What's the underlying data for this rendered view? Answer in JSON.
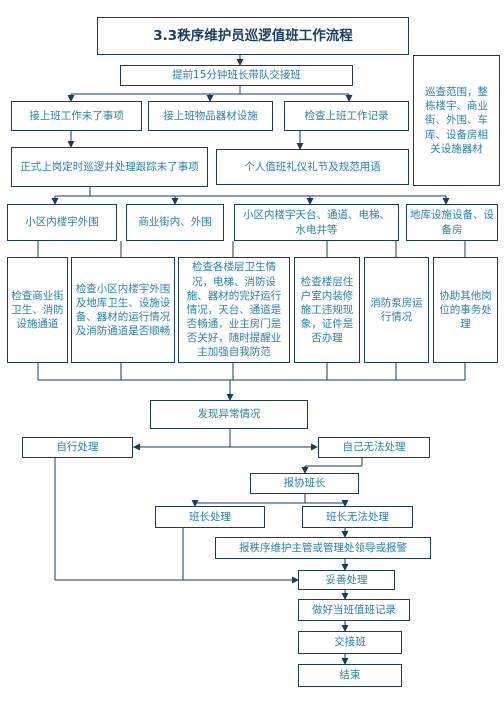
{
  "title": "3.3秩序维护员巡逻值班工作流程",
  "handover_start": "提前15分钟班长带队交接班",
  "patrol_scope": "巡查范围，整栋楼宇、商业街、外围、车库、设备房相关设施器材",
  "row1": [
    "接上班工作未了事项",
    "接上班物品器材设施",
    "检查上班工作记录"
  ],
  "row2": [
    "正式上岗定时巡逻并处理跟踪未了事项",
    "个人值班礼仪礼节及规范用语"
  ],
  "areas": [
    "小区内楼宇外围",
    "商业街内、外围",
    "小区内楼宇天台、通道、电梯、水电井等",
    "地库设施设备、设备房"
  ],
  "checks": [
    "检查商业街卫生、消防设施通道",
    "检查小区内楼宇外围及地库卫生、设施设备、器材的运行情况及消防通道是否顺畅",
    "检查各楼层卫生情况，电梯、消防设施、器材的完好运行情况，天台、通道是否畅通，业主房门是否关好，随时提醒业主加强自我防范",
    "检查楼层住户室内装修施工违规现象，证件是否办理",
    "消防泵房运行情况",
    "协助其他岗位的事务处理"
  ],
  "flow": {
    "found": "发现异常情况",
    "self_handle": "自行处理",
    "cannot_handle": "自己无法处理",
    "report_leader": "报协班长",
    "leader_handle": "班长处理",
    "leader_cannot": "班长无法处理",
    "report_manager": "报秩序维护主管或管理处领导或报警",
    "proper_handle": "妥善处理",
    "record": "做好当班值班记录",
    "handover": "交接班",
    "end": "结束"
  }
}
